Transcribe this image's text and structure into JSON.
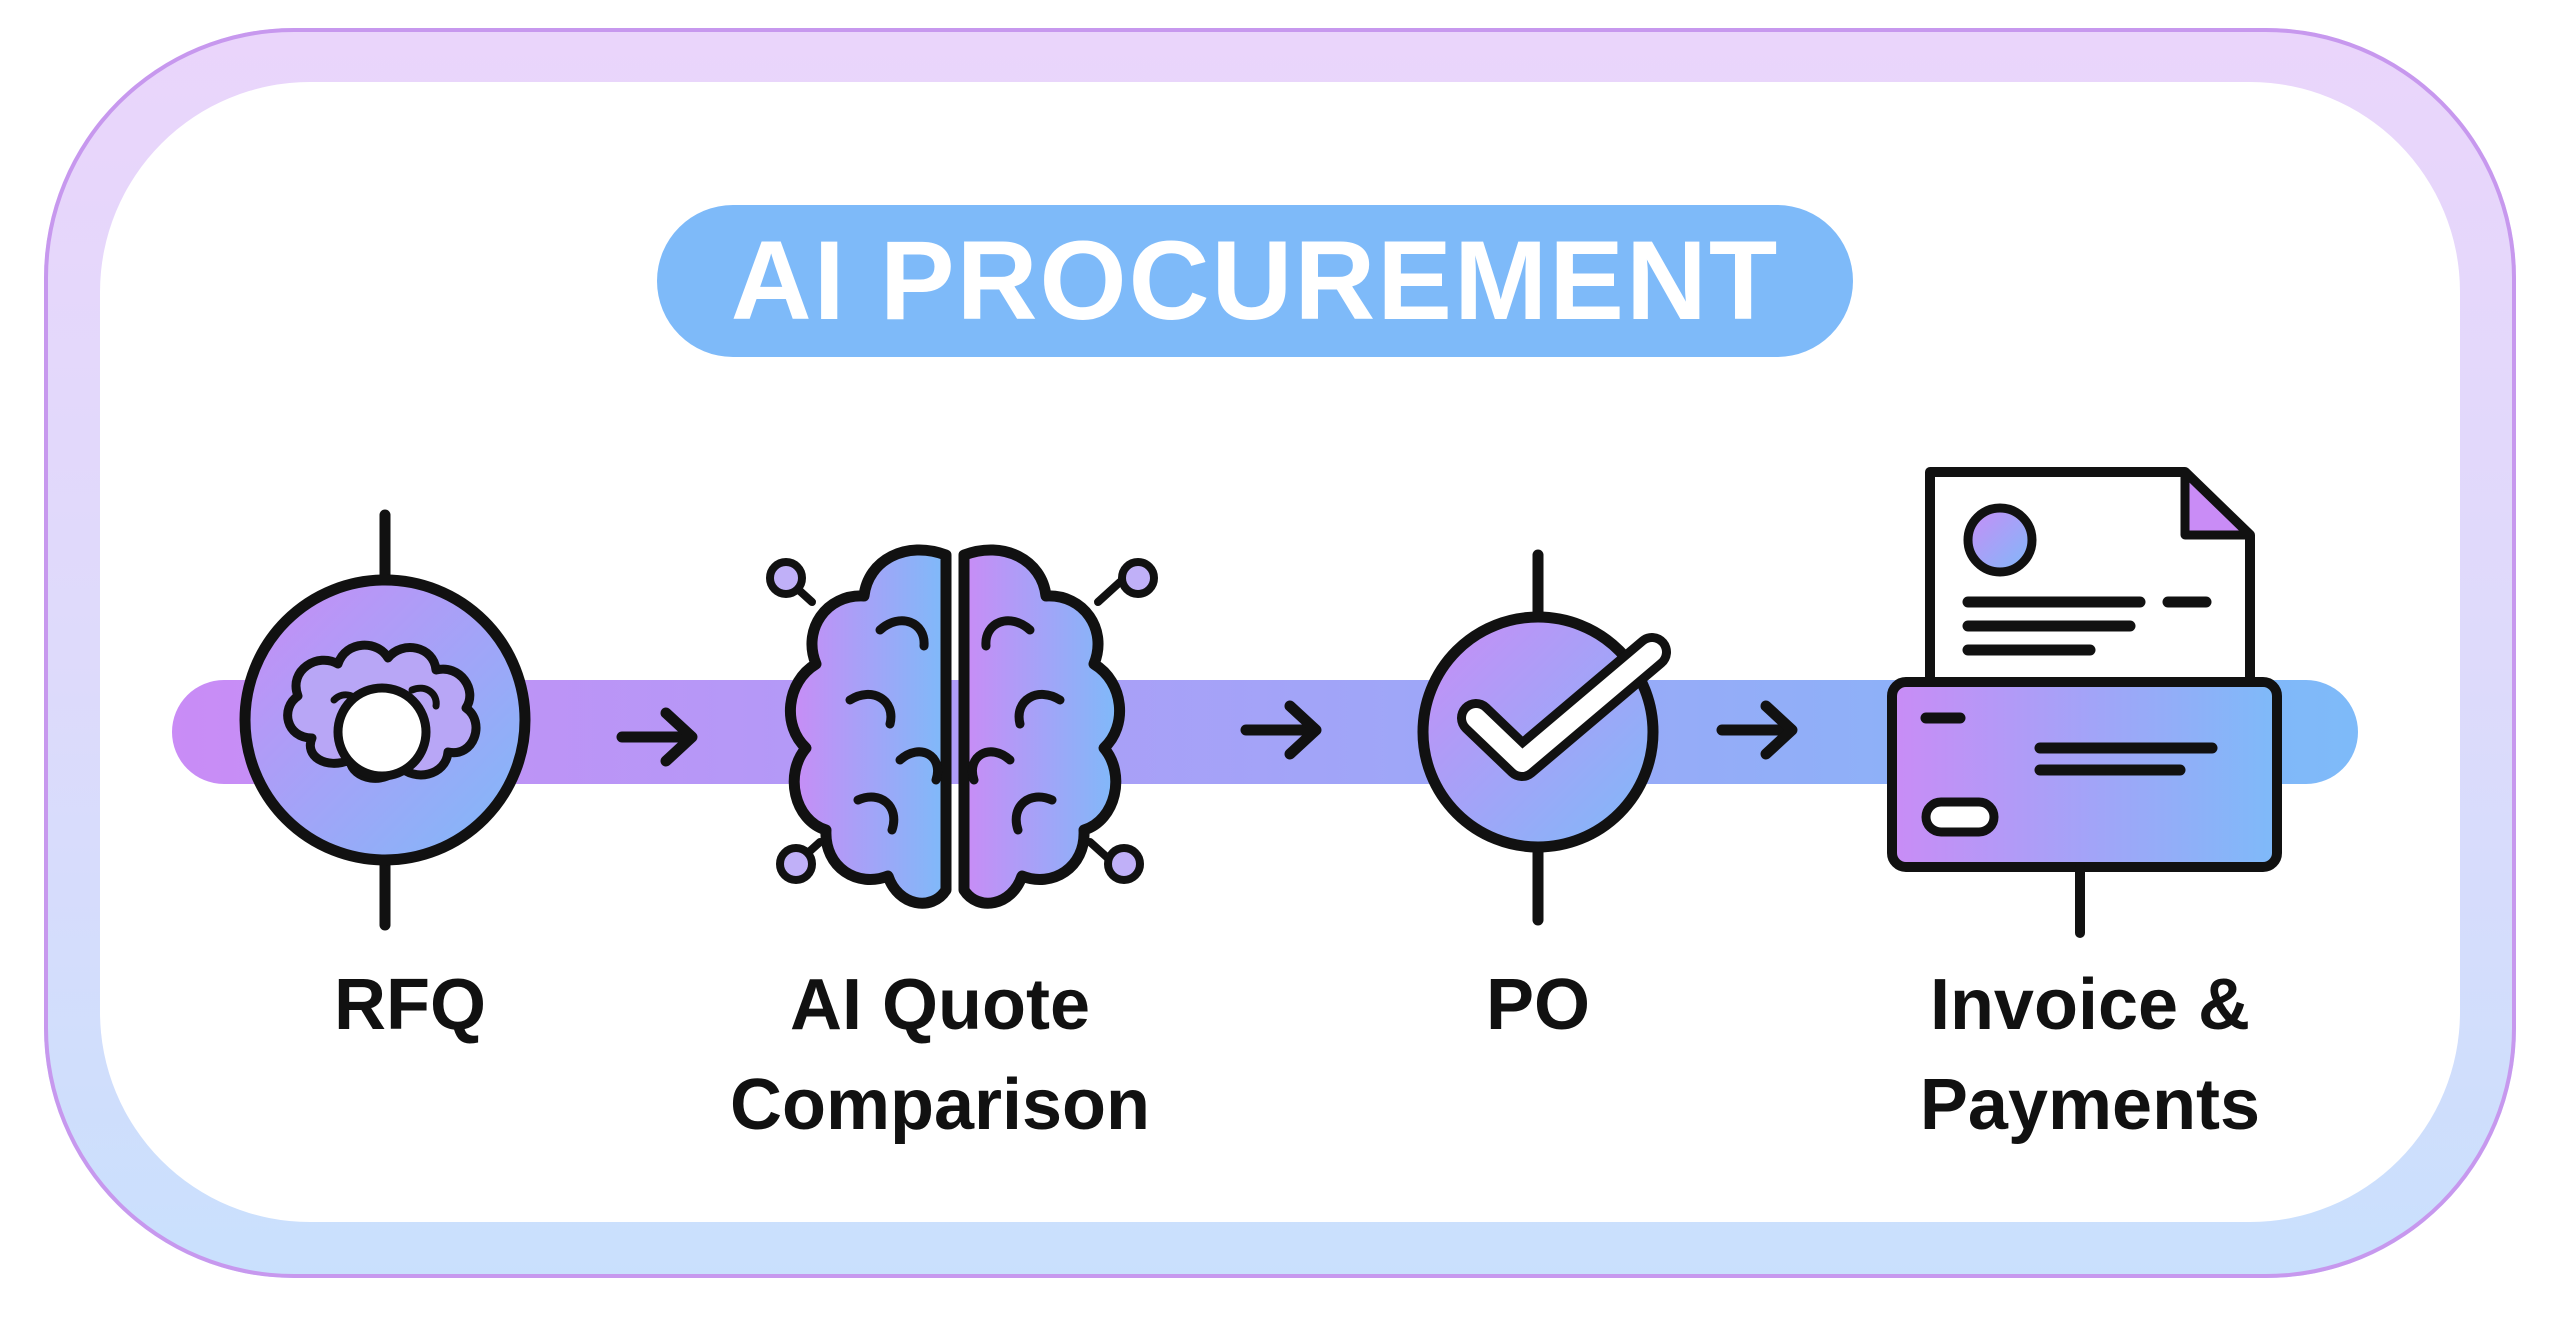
{
  "title": "AI PROCUREMENT",
  "steps": [
    {
      "id": "rfq",
      "label_lines": [
        "RFQ"
      ],
      "icon": "brain-ring-icon"
    },
    {
      "id": "ai-quote-comparison",
      "label_lines": [
        "AI Quote",
        "Comparison"
      ],
      "icon": "brain-icon"
    },
    {
      "id": "po",
      "label_lines": [
        "PO"
      ],
      "icon": "checkmark-circle-icon"
    },
    {
      "id": "invoice-payments",
      "label_lines": [
        "Invoice &",
        "Payments"
      ],
      "icon": "invoice-document-icon"
    }
  ],
  "connectors": [
    "arrow-right-icon",
    "arrow-right-icon",
    "arrow-right-icon"
  ],
  "colors": {
    "accent_blue": "#7ebaf9",
    "accent_purple": "#c98cf6",
    "frame_lavender": "#ead5fb",
    "frame_blue": "#c9e0fd",
    "stroke": "#111111",
    "text": "#111111",
    "background": "#ffffff"
  }
}
